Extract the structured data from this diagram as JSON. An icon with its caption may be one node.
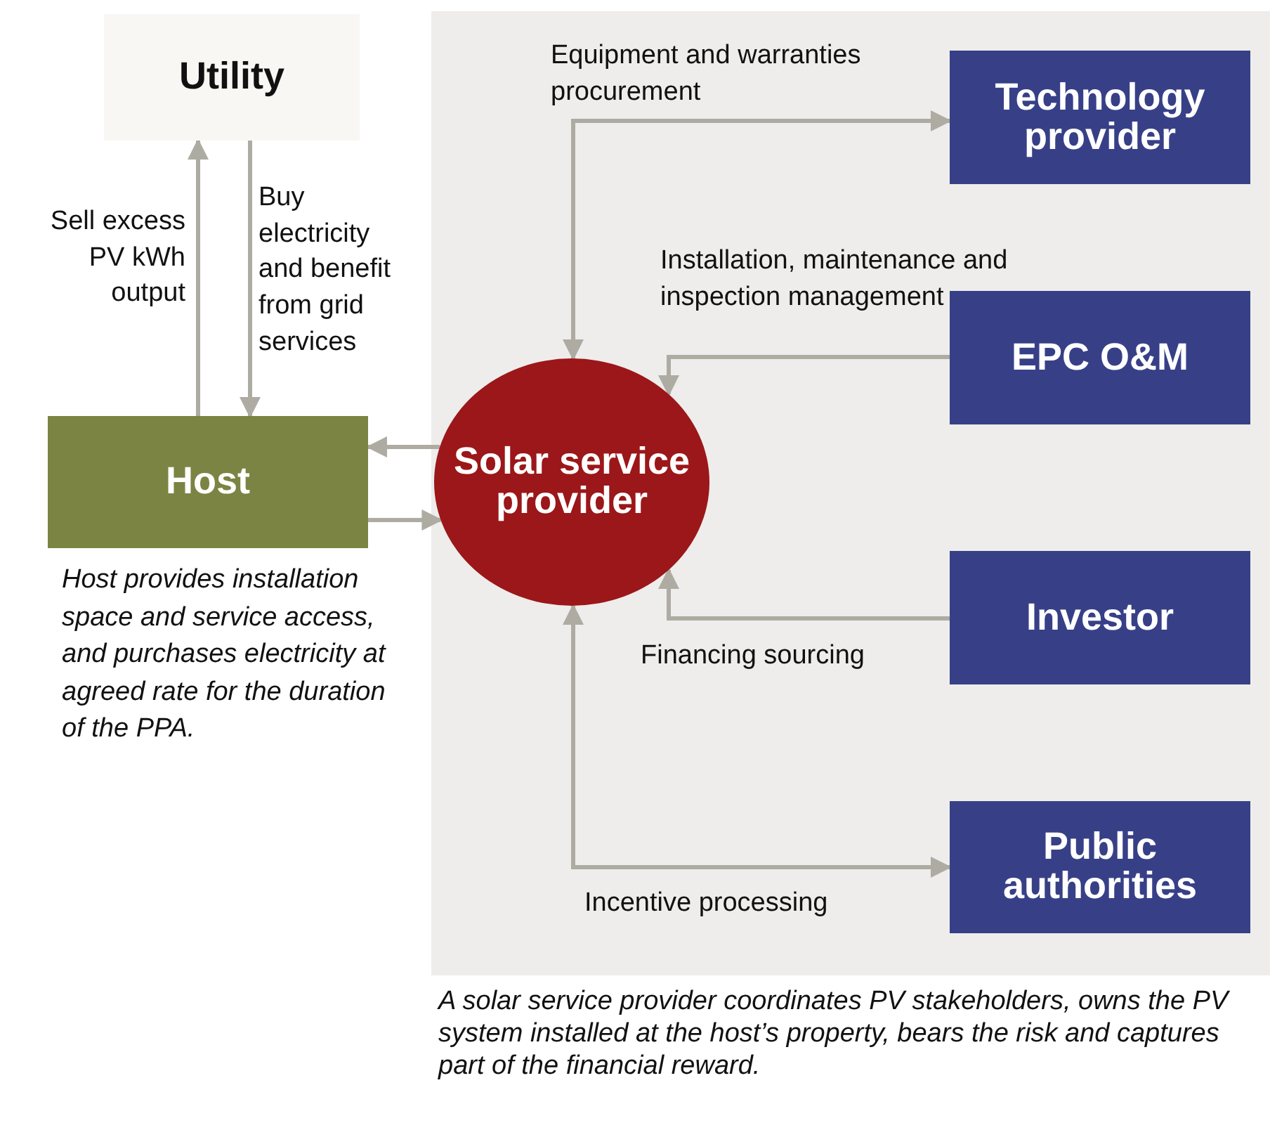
{
  "diagram": {
    "caption": "A solar service provider coordinates PV stakeholders, owns the PV system installed at the host’s property, bears the risk and captures part of the financial reward.",
    "nodes": [
      {
        "text": [
          "Utility"
        ]
      },
      {
        "text": [
          "Host"
        ],
        "beside": [
          "Host provides installation space and service access, and purchases electricity at agreed rate for the duration of the PPA."
        ]
      },
      {
        "text": [
          "Solar service provider"
        ]
      },
      {
        "text": [
          "Technology provider"
        ]
      },
      {
        "text": [
          "EPC O&M"
        ]
      },
      {
        "text": [
          "Investor"
        ]
      },
      {
        "text": [
          "Public authorities"
        ]
      }
    ],
    "edges": [
      {
        "from": 1,
        "to": 0,
        "arrow": "to",
        "label": "Sell excess PV kWh output"
      },
      {
        "from": 0,
        "to": 1,
        "arrow": "to",
        "label": "Buy electricity and benefit from grid services"
      },
      {
        "from": 2,
        "to": 1,
        "arrow": "to"
      },
      {
        "from": 1,
        "to": 2,
        "arrow": "to"
      },
      {
        "from": 3,
        "to": 2,
        "arrow": "both",
        "label": "Equipment and warranties procurement"
      },
      {
        "from": 4,
        "to": 2,
        "arrow": "to",
        "label": "Installation, maintenance and inspection management"
      },
      {
        "from": 5,
        "to": 2,
        "arrow": "to",
        "label": "Financing sourcing"
      },
      {
        "from": 2,
        "to": 6,
        "arrow": "both",
        "label": "Incentive processing"
      }
    ]
  }
}
